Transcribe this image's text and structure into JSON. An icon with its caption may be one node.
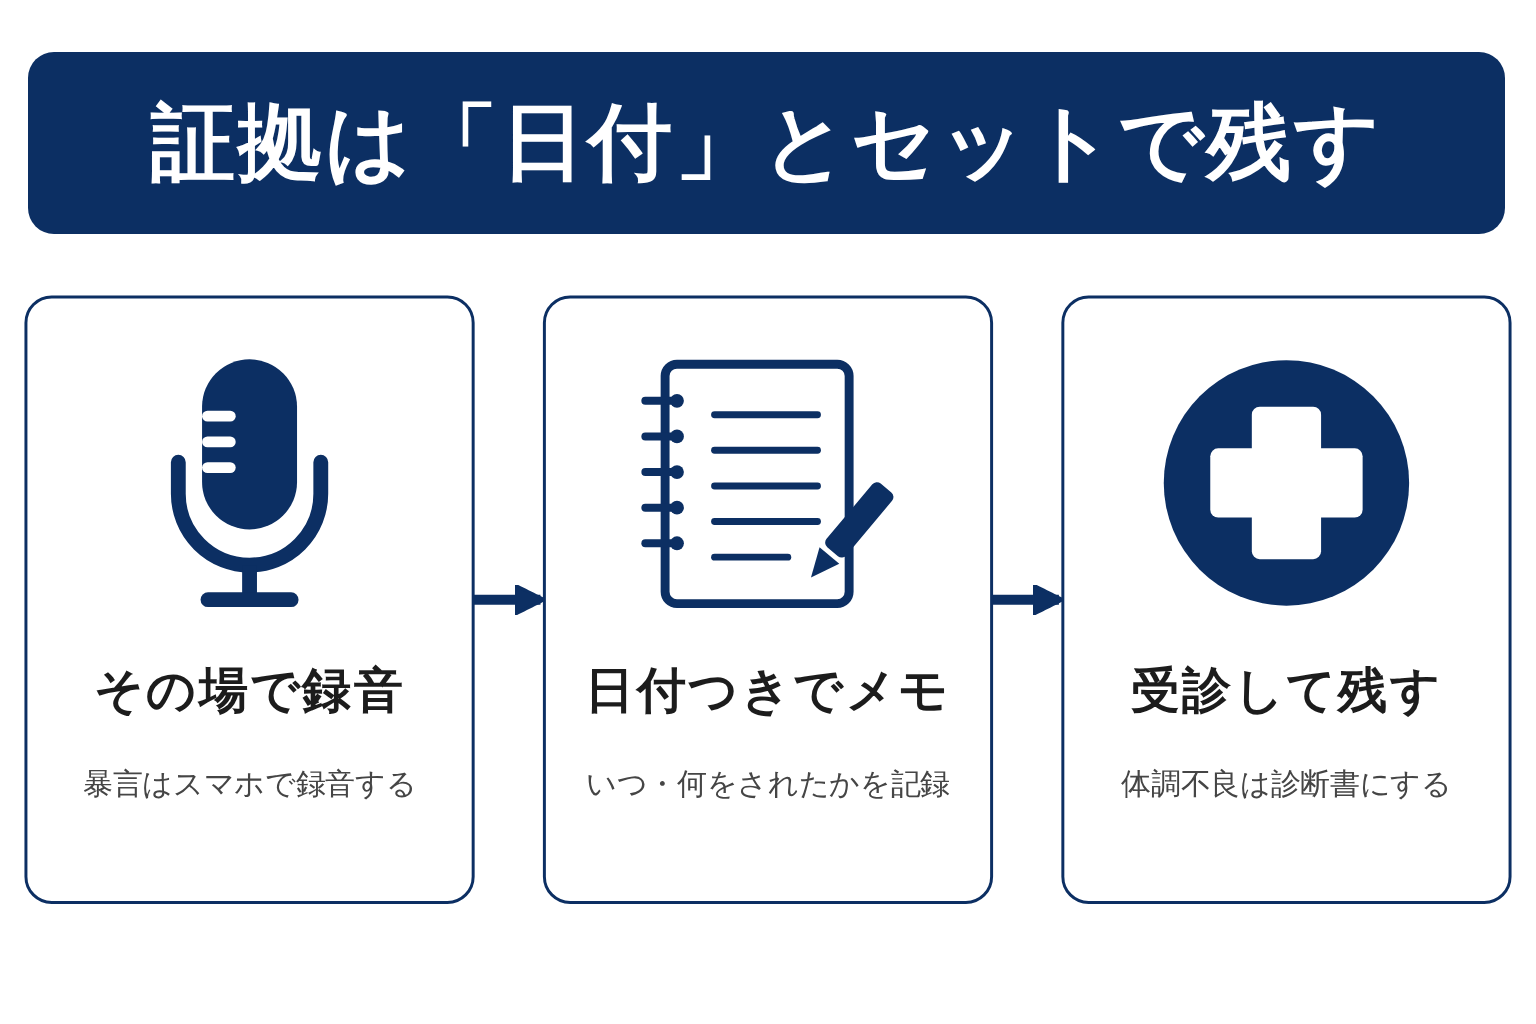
{
  "diagram": {
    "title": "証拠は「日付」とセットで残す",
    "nodes": [
      {
        "text": [
          "その場で録音",
          "暴言はスマホで録音する"
        ]
      },
      {
        "text": [
          "日付つきでメモ",
          "いつ・何をされたかを記録"
        ]
      },
      {
        "text": [
          "受診して残す",
          "体調不良は診断書にする"
        ]
      }
    ],
    "edges": [
      {
        "from": 0,
        "to": 1,
        "arrow": "to"
      },
      {
        "from": 1,
        "to": 2,
        "arrow": "to"
      }
    ]
  }
}
